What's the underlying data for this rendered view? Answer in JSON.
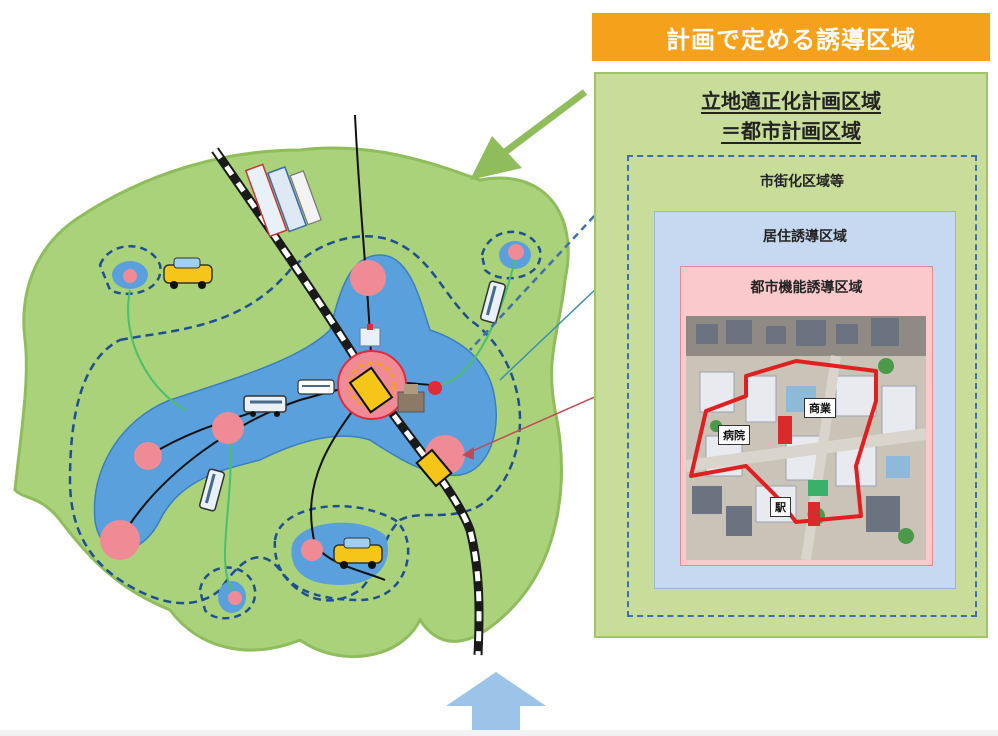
{
  "banner": {
    "text": "計画で定める誘導区域",
    "color": "#f5a11c"
  },
  "zones": {
    "planning_area": {
      "line1": "立地適正化計画区域",
      "line2": "＝都市計画区域",
      "color": "#c8dd9a"
    },
    "urbanization_area": {
      "label": "市街化区域等",
      "color": "#3f6fb0"
    },
    "residential_area": {
      "label": "居住誘導区域",
      "color": "#c6d9f0"
    },
    "urban_function_area": {
      "label": "都市機能誘導区域",
      "color": "#f9c9cc"
    }
  },
  "photo_labels": {
    "hospital": "病院",
    "commerce": "商業",
    "station": "駅"
  },
  "colors": {
    "land": "#a9d27a",
    "land_edge": "#8fbd5c",
    "residential_blob": "#5aa0dc",
    "dashed_line": "#1f4f93",
    "pink_hub": "#f08b96",
    "red_dot": "#e12b3a",
    "rail_dark": "#1a1a1a",
    "up_arrow": "#9cc3e8",
    "pointer_arrow": "#8fbd5c"
  },
  "icons": [
    "bus-icon",
    "taxi-icon",
    "train-icon",
    "building-icon",
    "hospital-icon"
  ]
}
